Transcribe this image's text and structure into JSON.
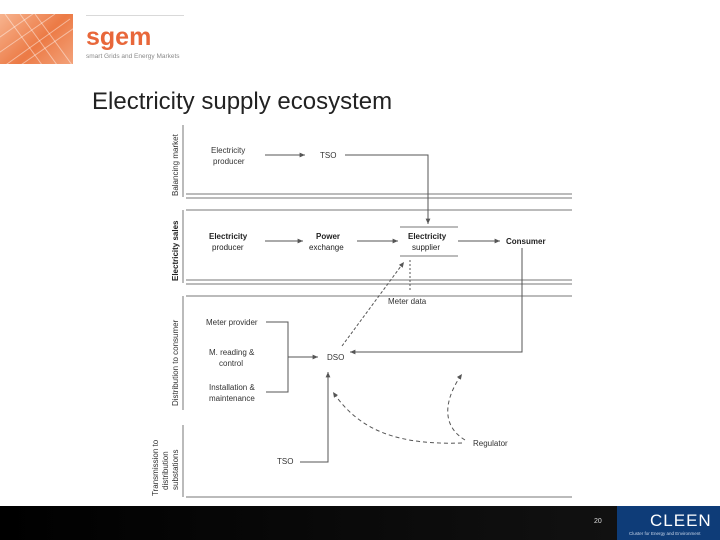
{
  "logo": {
    "name": "sgem",
    "tagline": "smart Grids and Energy Markets"
  },
  "title": "Electricity supply ecosystem",
  "diagram": {
    "bands": {
      "balancing": "Balancing market",
      "sales": "Electricity sales",
      "distribution": "Distribution to consumer",
      "transmission": [
        "Transmission to",
        "distribution",
        "substations"
      ]
    },
    "nodes": {
      "bal_producer": [
        "Electricity",
        "producer"
      ],
      "bal_tso": "TSO",
      "sales_producer": [
        "Electricity",
        "producer"
      ],
      "power_exchange": [
        "Power",
        "exchange"
      ],
      "supplier": [
        "Electricity",
        "supplier"
      ],
      "consumer": "Consumer",
      "meter_data": "Meter data",
      "meter_provider": "Meter provider",
      "meter_reading": [
        "M. reading &",
        "control"
      ],
      "installation": [
        "Installation &",
        "maintenance"
      ],
      "dso": "DSO",
      "regulator": "Regulator",
      "trans_tso": "TSO"
    }
  },
  "footer": {
    "page_number": "20",
    "brand": "CLEEN",
    "brand_sub": "Cluster for Energy and Environment"
  }
}
